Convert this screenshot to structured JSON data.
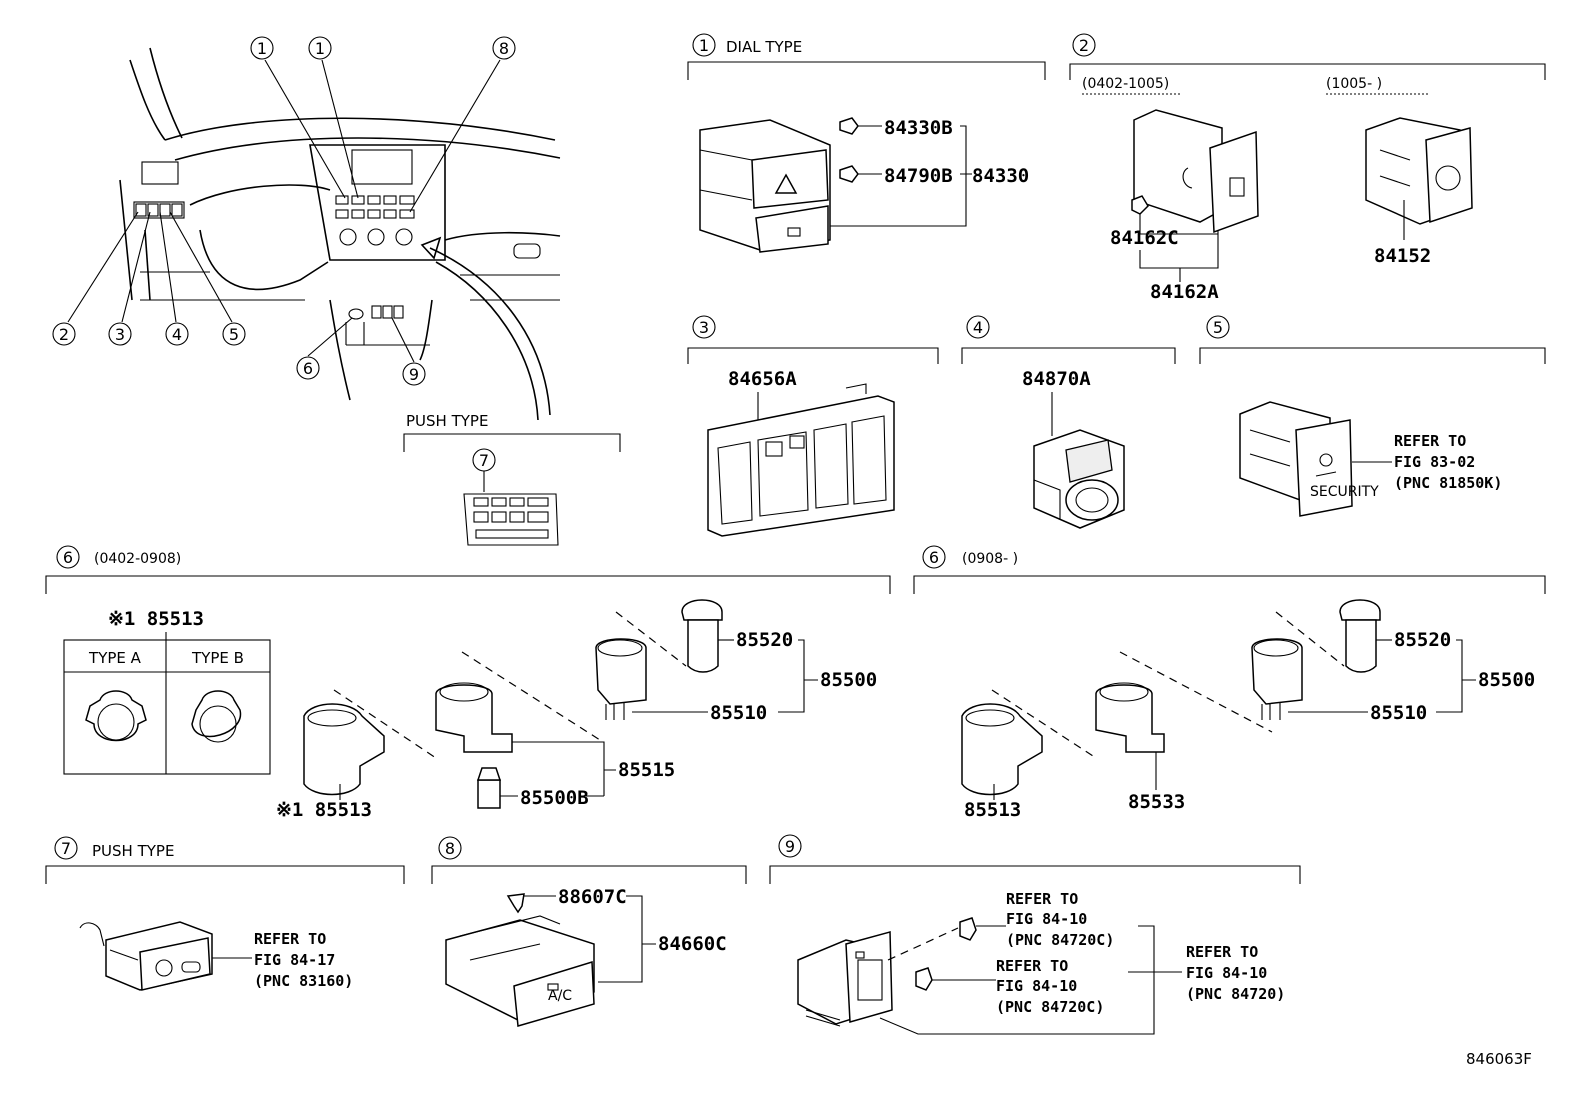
{
  "callout_numbers": [
    "1",
    "2",
    "3",
    "4",
    "5",
    "6",
    "7",
    "8",
    "9"
  ],
  "overview": {
    "push_type_label": "PUSH TYPE"
  },
  "sections": {
    "s1": {
      "number": "1",
      "title": "DIAL TYPE"
    },
    "s2": {
      "number": "2",
      "range_a": "(0402-1005)",
      "range_b": "(1005-      )"
    },
    "s3": {
      "number": "3"
    },
    "s4": {
      "number": "4"
    },
    "s5": {
      "number": "5"
    },
    "s6a": {
      "number": "6",
      "range": "(0402-0908)"
    },
    "s6b": {
      "number": "6",
      "range": "(0908-      )"
    },
    "s7": {
      "number": "7",
      "title": "PUSH TYPE"
    },
    "s8": {
      "number": "8"
    },
    "s9": {
      "number": "9"
    }
  },
  "parts": {
    "p84330B": "84330B",
    "p84790B": "84790B",
    "p84330": "84330",
    "p84162C": "84162C",
    "p84162A": "84162A",
    "p84152": "84152",
    "p84656A": "84656A",
    "p84870A": "84870A",
    "p85513_top": "※1 85513",
    "p85513_bottom": "※1 85513",
    "p85520_a": "85520",
    "p85500_a": "85500",
    "p85510_a": "85510",
    "p85515": "85515",
    "p85500B": "85500B",
    "p85520_b": "85520",
    "p85500_b": "85500",
    "p85510_b": "85510",
    "p85513_b": "85513",
    "p85533": "85533",
    "p88607C": "88607C",
    "p84660C": "84660C"
  },
  "type_table": {
    "col_a": "TYPE A",
    "col_b": "TYPE B"
  },
  "references": {
    "ref5": [
      "REFER TO",
      "FIG 83-02",
      "(PNC 81850K)"
    ],
    "ref7": [
      "REFER TO",
      "FIG 84-17",
      "(PNC 83160)"
    ],
    "ref9a": [
      "REFER TO",
      "FIG 84-10",
      "(PNC 84720C)"
    ],
    "ref9b": [
      "REFER TO",
      "FIG 84-10",
      "(PNC 84720C)"
    ],
    "ref9c": [
      "REFER TO",
      "FIG 84-10",
      "(PNC 84720)"
    ]
  },
  "switch_markings": {
    "security": "SECURITY",
    "ac": "A/C"
  },
  "drawing_code": "846063F"
}
